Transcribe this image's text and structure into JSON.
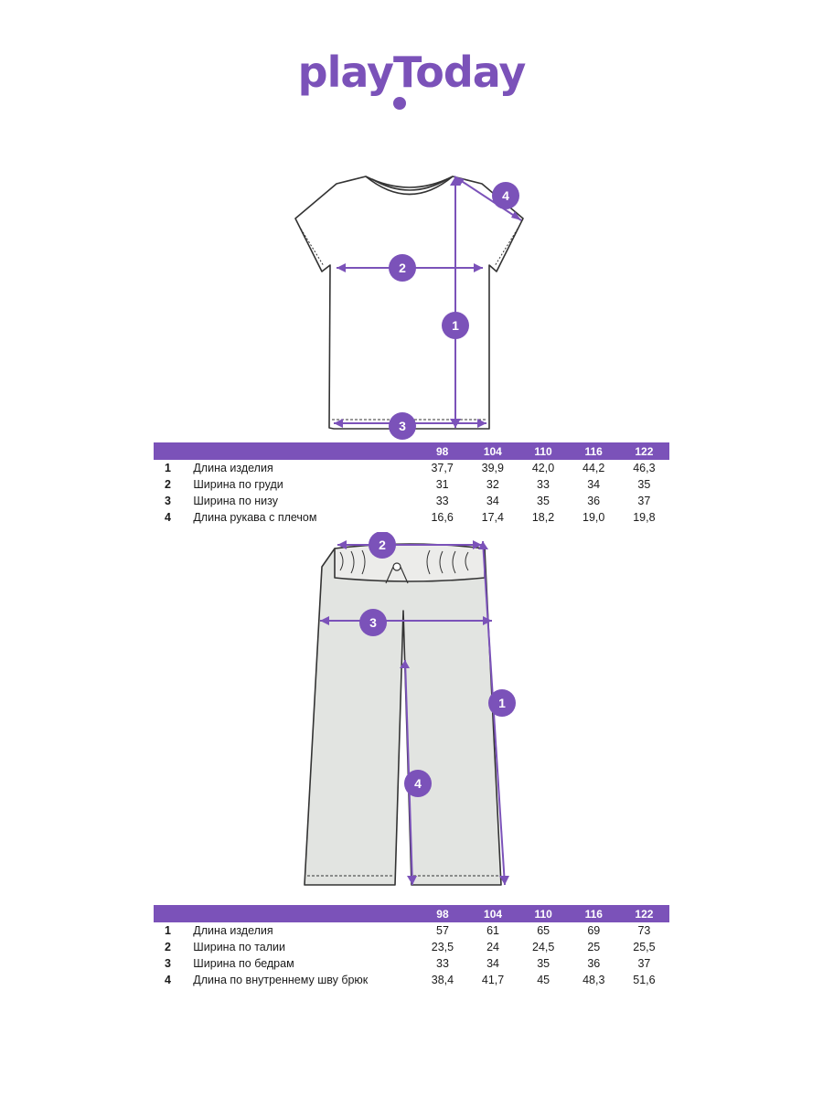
{
  "brand": {
    "logo": "playToday"
  },
  "sizes": [
    "98",
    "104",
    "110",
    "116",
    "122"
  ],
  "tshirt": {
    "markers": [
      "1",
      "2",
      "3",
      "4"
    ],
    "rows": [
      {
        "num": "1",
        "name": "Длина изделия",
        "values": [
          "37,7",
          "39,9",
          "42,0",
          "44,2",
          "46,3"
        ]
      },
      {
        "num": "2",
        "name": "Ширина по груди",
        "values": [
          "31",
          "32",
          "33",
          "34",
          "35"
        ]
      },
      {
        "num": "3",
        "name": "Ширина по низу",
        "values": [
          "33",
          "34",
          "35",
          "36",
          "37"
        ]
      },
      {
        "num": "4",
        "name": "Длина рукава с плечом",
        "values": [
          "16,6",
          "17,4",
          "18,2",
          "19,0",
          "19,8"
        ]
      }
    ]
  },
  "pants": {
    "markers": [
      "1",
      "2",
      "3",
      "4"
    ],
    "rows": [
      {
        "num": "1",
        "name": "Длина изделия",
        "values": [
          "57",
          "61",
          "65",
          "69",
          "73"
        ]
      },
      {
        "num": "2",
        "name": "Ширина по талии",
        "values": [
          "23,5",
          "24",
          "24,5",
          "25",
          "25,5"
        ]
      },
      {
        "num": "3",
        "name": "Ширина по бедрам",
        "values": [
          "33",
          "34",
          "35",
          "36",
          "37"
        ]
      },
      {
        "num": "4",
        "name": "Длина по внутреннему шву брюк",
        "values": [
          "38,4",
          "41,7",
          "45",
          "48,3",
          "51,6"
        ]
      }
    ]
  },
  "colors": {
    "accent": "#7b52b9",
    "outline": "#333333",
    "pants_fill": "#e2e4e1"
  }
}
